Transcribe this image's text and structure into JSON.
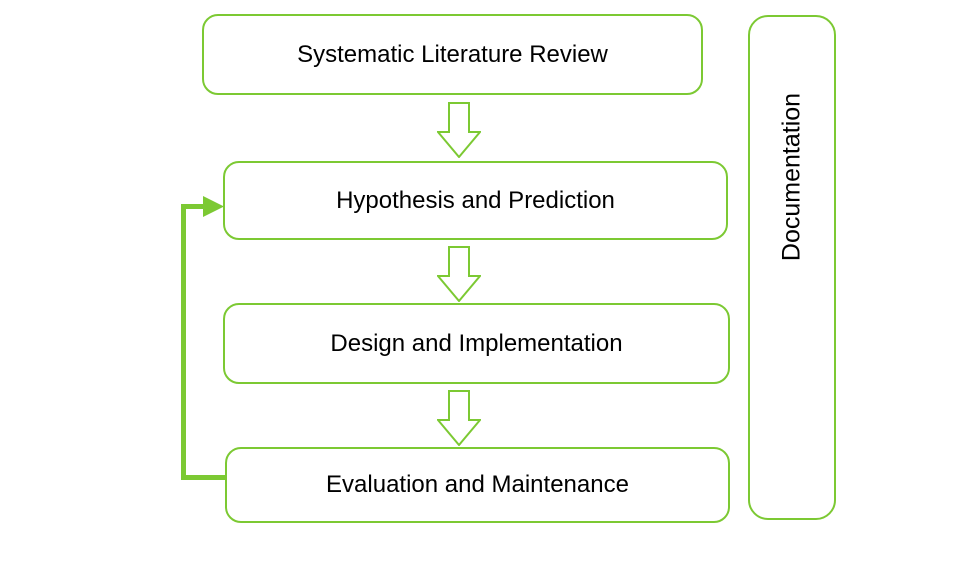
{
  "colors": {
    "accent": "#7cc933",
    "text": "#000000",
    "background": "#ffffff"
  },
  "flow": {
    "steps": [
      {
        "id": "systematic-literature-review",
        "label": "Systematic Literature Review"
      },
      {
        "id": "hypothesis-and-prediction",
        "label": "Hypothesis and Prediction"
      },
      {
        "id": "design-and-implementation",
        "label": "Design and Implementation"
      },
      {
        "id": "evaluation-and-maintenance",
        "label": "Evaluation and Maintenance"
      }
    ],
    "connector_style": "hollow-down-block-arrow",
    "feedback_loop": {
      "from": "Evaluation and Maintenance",
      "to": "Hypothesis and Prediction",
      "side": "left"
    }
  },
  "sidebar": {
    "label": "Documentation"
  }
}
